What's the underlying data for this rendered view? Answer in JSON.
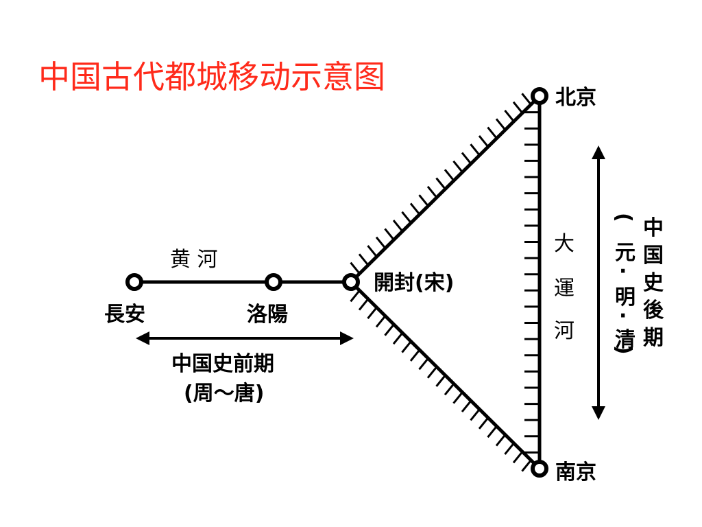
{
  "title": "中国古代都城移动示意图",
  "colors": {
    "title": "#ff2a1a",
    "line": "#000000",
    "background": "#ffffff"
  },
  "cities": {
    "changan": "長安",
    "luoyang": "洛陽",
    "kaifeng": "開封(宋)",
    "beijing": "北京",
    "nanjing": "南京"
  },
  "rivers": {
    "yellow_river": "黄 河",
    "grand_canal": [
      "大",
      "運",
      "河"
    ]
  },
  "periods": {
    "early": {
      "name": "中国史前期",
      "range": "(周～唐)"
    },
    "late": {
      "chars": [
        "中",
        "国",
        "史",
        "後",
        "期"
      ],
      "range_chars": [
        "(",
        "元",
        "·",
        "明",
        "·",
        "清",
        ")"
      ]
    }
  }
}
